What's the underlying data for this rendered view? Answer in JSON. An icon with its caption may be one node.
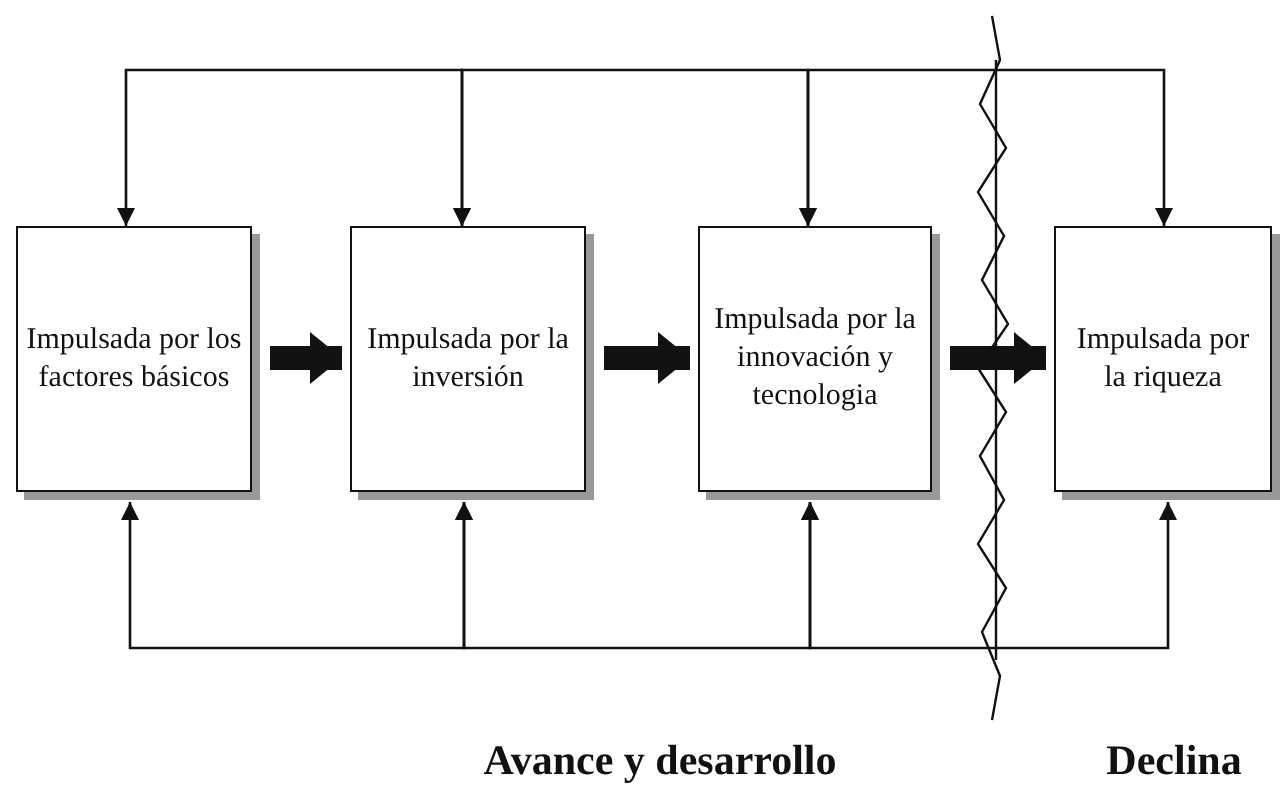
{
  "diagram": {
    "nodes": [
      {
        "text": [
          "Impulsada por los factores básicos"
        ]
      },
      {
        "text": [
          "Impulsada por la inversión"
        ]
      },
      {
        "text": [
          "Impulsada por la innovación y tecnologia"
        ]
      },
      {
        "text": [
          "Impulsada por la riqueza"
        ]
      }
    ],
    "edges": [
      {
        "from": 0,
        "to": 1,
        "arrow": "both"
      },
      {
        "from": 1,
        "to": 2,
        "arrow": "both"
      },
      {
        "from": 2,
        "to": 3,
        "arrow": "both"
      },
      {
        "from": 0,
        "to": 1,
        "arrow": "both"
      },
      {
        "from": 1,
        "to": 2,
        "arrow": "both"
      },
      {
        "from": 2,
        "to": 3,
        "arrow": "both"
      },
      {
        "from": 0,
        "to": 1,
        "arrow": "to",
        "style": "thick"
      },
      {
        "from": 1,
        "to": 2,
        "arrow": "to",
        "style": "thick"
      },
      {
        "from": 2,
        "to": 3,
        "arrow": "to",
        "style": "thick"
      }
    ],
    "labels": [
      "Avance y desarrollo",
      "Declina"
    ]
  }
}
